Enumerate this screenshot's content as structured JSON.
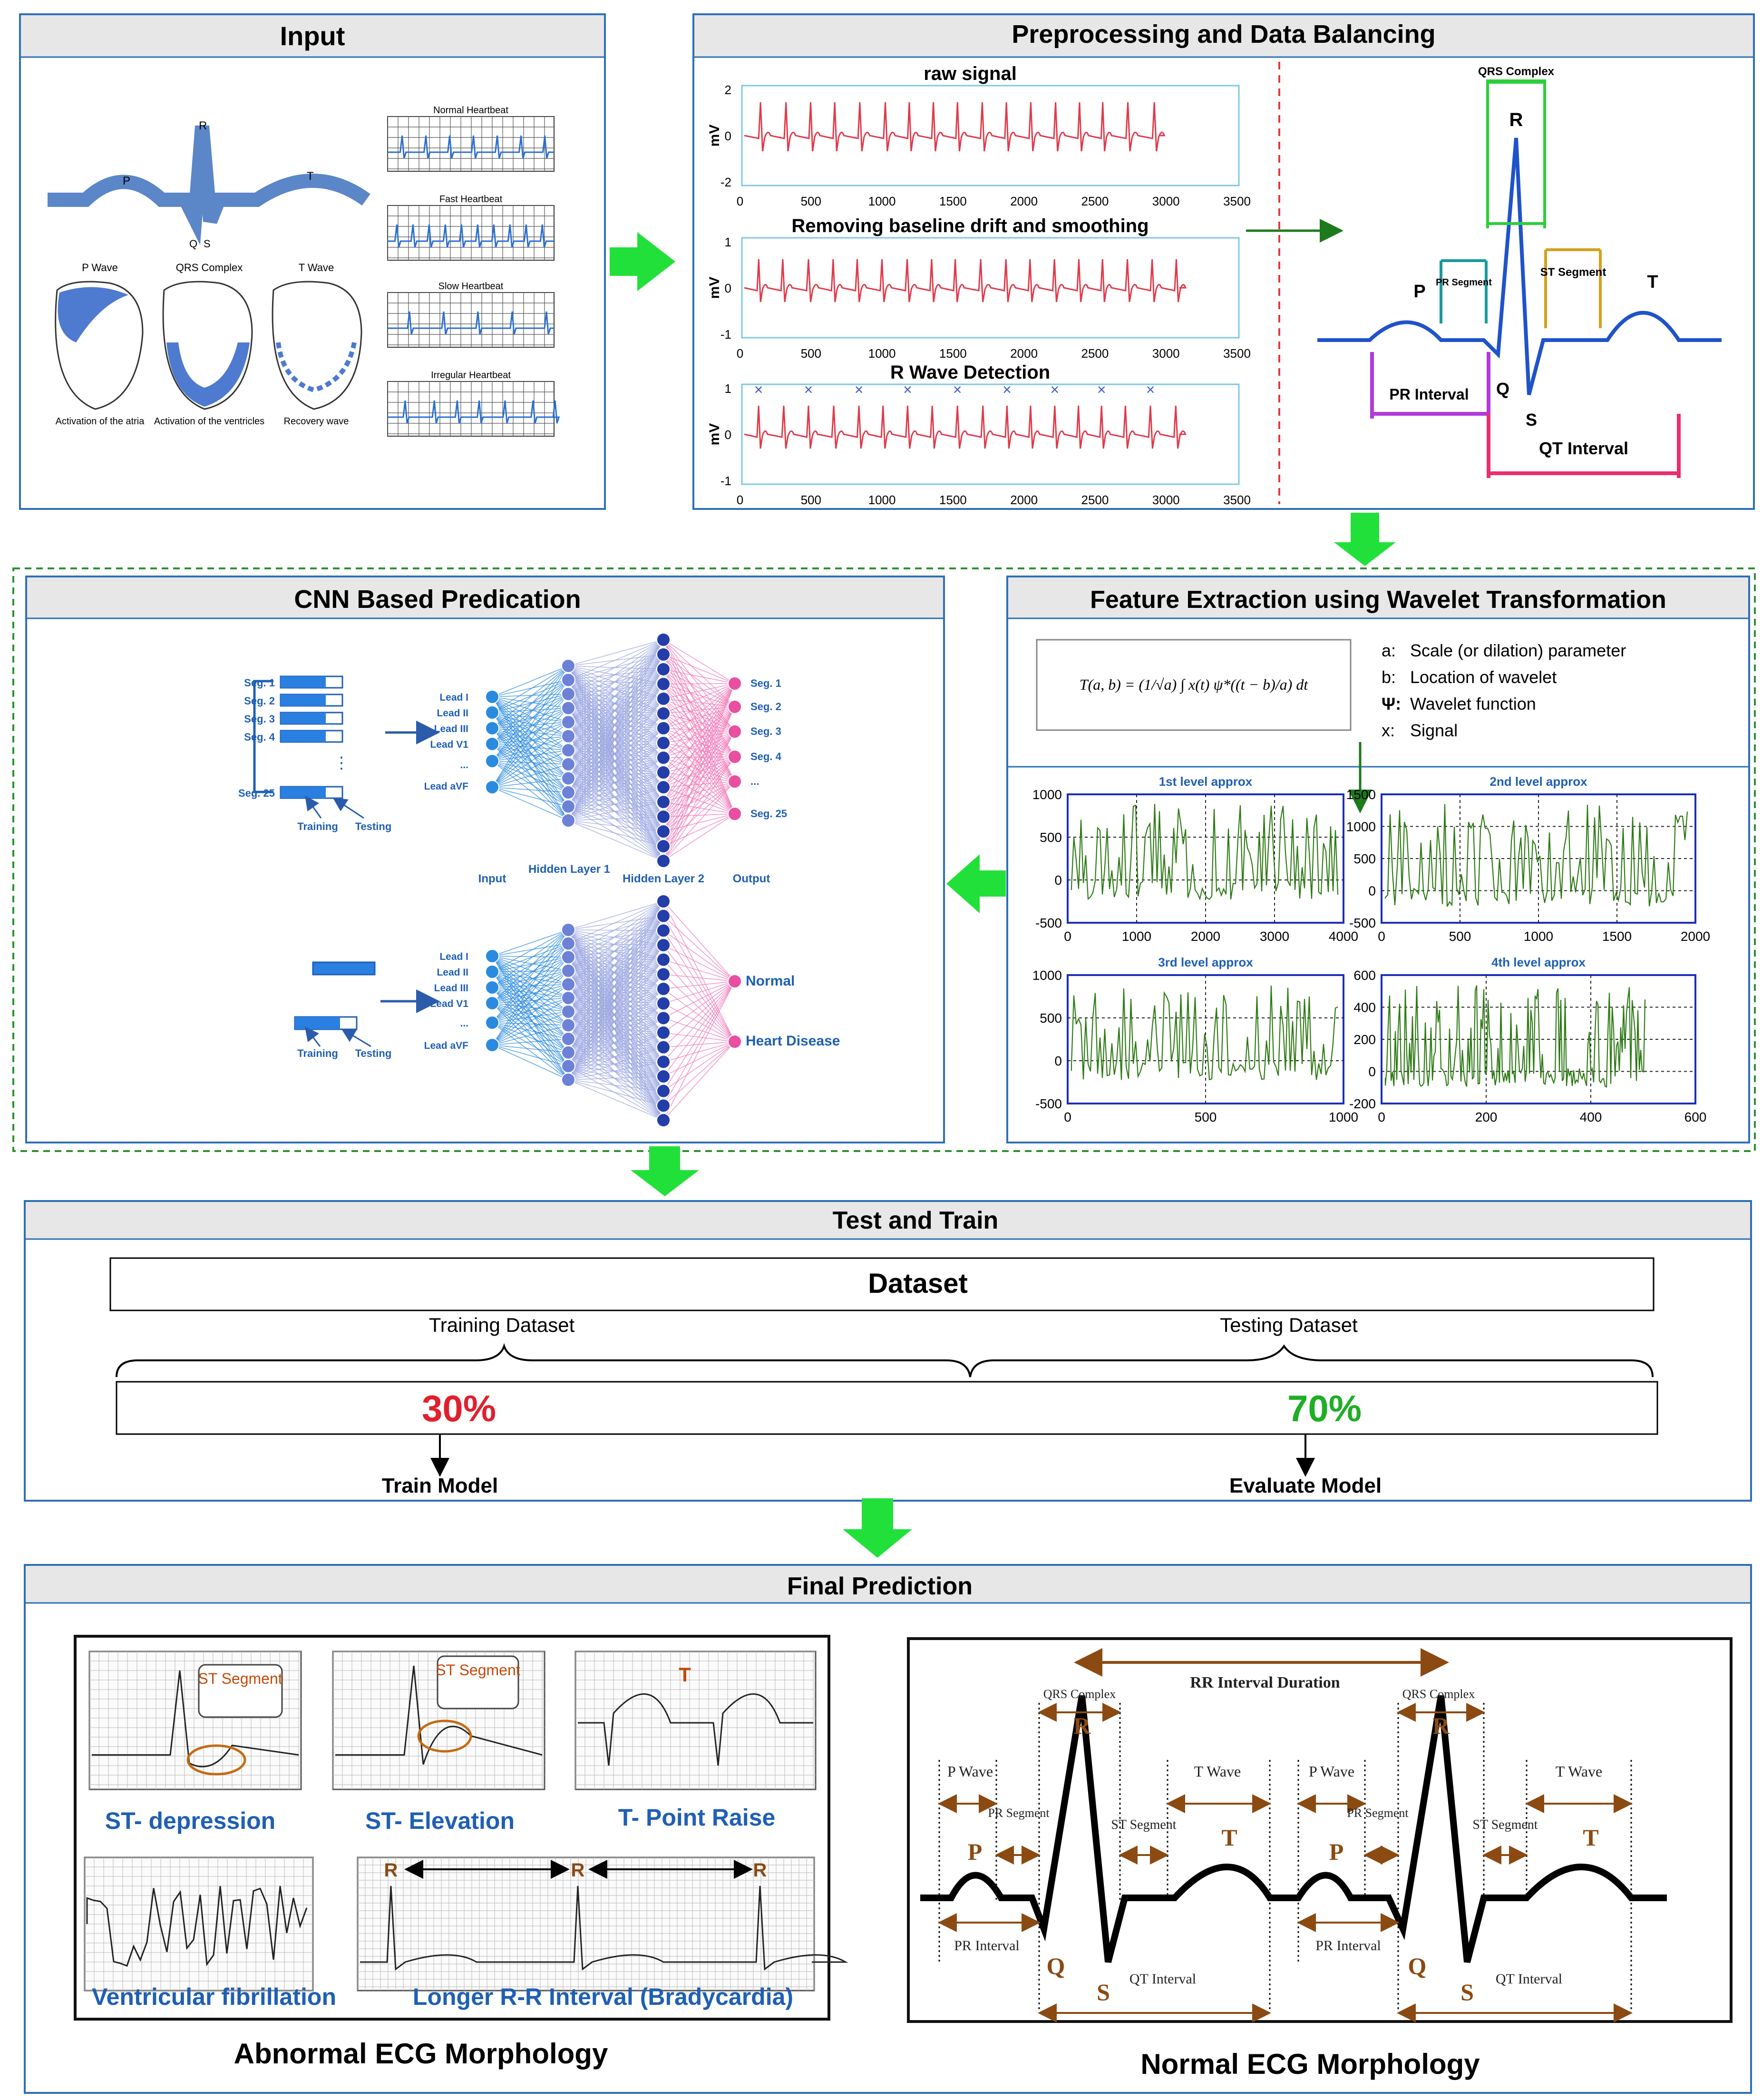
{
  "colors": {
    "panel_border": "#2e6fb5",
    "header_bg": "#e7e7e7",
    "flow_arrow": "#22e03a",
    "dashed_box": "#2f8f2f",
    "ecg_red": "#e03a4a",
    "wave_green": "#2d7a14",
    "blue_text": "#1f5fb5",
    "brown": "#8b4a12"
  },
  "input": {
    "title": "Input",
    "wave_labels": {
      "p": "P",
      "r": "R",
      "t": "T",
      "q": "Q",
      "s": "S"
    },
    "heart_titles": [
      "P Wave",
      "QRS Complex",
      "T Wave"
    ],
    "heart_captions": [
      "Activation of the atria",
      "Activation of the ventricles",
      "Recovery wave"
    ],
    "rhythms": [
      "Normal Heartbeat",
      "Fast Heartbeat",
      "Slow Heartbeat",
      "Irregular Heartbeat"
    ]
  },
  "preprocessing": {
    "title": "Preprocessing and Data Balancing",
    "plots": [
      {
        "title": "raw signal",
        "ylabel": "mV",
        "yticks": [
          "2",
          "0",
          "-2"
        ],
        "xticks": [
          "0",
          "500",
          "1000",
          "1500",
          "2000",
          "2500",
          "3000",
          "3500"
        ]
      },
      {
        "title": "Removing baseline drift and smoothing",
        "ylabel": "mV",
        "yticks": [
          "1",
          "0",
          "-1"
        ],
        "xticks": [
          "0",
          "500",
          "1000",
          "1500",
          "2000",
          "2500",
          "3000",
          "3500"
        ]
      },
      {
        "title": "R Wave Detection",
        "ylabel": "mV",
        "yticks": [
          "1",
          "0",
          "-1"
        ],
        "xticks": [
          "0",
          "500",
          "1000",
          "1500",
          "2000",
          "2500",
          "3000",
          "3500"
        ]
      }
    ],
    "morphology": {
      "qrs": "QRS Complex",
      "r": "R",
      "p": "P",
      "t": "T",
      "q": "Q",
      "s": "S",
      "pr_segment": "PR Segment",
      "st_segment": "ST Segment",
      "pr_interval": "PR Interval",
      "qt_interval": "QT Interval"
    }
  },
  "cnn": {
    "title": "CNN Based Predication",
    "segments": [
      "Seg. 1",
      "Seg. 2",
      "Seg. 3",
      "Seg. 4",
      "Seg. 25"
    ],
    "train_label": "Training",
    "test_label": "Testing",
    "leads": [
      "Lead I",
      "Lead II",
      "Lead III",
      "Lead V1",
      "...",
      "Lead aVF"
    ],
    "outputs": [
      "Seg. 1",
      "Seg. 2",
      "Seg. 3",
      "Seg. 4",
      "...",
      "Seg. 25"
    ],
    "layer_labels": [
      "Input",
      "Hidden Layer 1",
      "Hidden Layer 2",
      "Output"
    ],
    "classes": [
      "Normal",
      "Heart Disease"
    ]
  },
  "wavelet": {
    "title": "Feature Extraction using Wavelet Transformation",
    "formula": "T(a, b) = (1/√a) ∫ x(t) ψ*((t − b)/a) dt",
    "legend": [
      {
        "key": "a:",
        "text": "Scale (or dilation) parameter"
      },
      {
        "key": "b:",
        "text": "Location of wavelet"
      },
      {
        "key": "Ψ:",
        "text": "Wavelet function"
      },
      {
        "key": "x:",
        "text": "Signal"
      }
    ],
    "plots": [
      {
        "title": "1st level approx",
        "yticks": [
          "1000",
          "500",
          "0",
          "-500"
        ],
        "xticks": [
          "0",
          "1000",
          "2000",
          "3000",
          "4000"
        ]
      },
      {
        "title": "2nd level approx",
        "yticks": [
          "1500",
          "1000",
          "500",
          "0",
          "-500"
        ],
        "xticks": [
          "0",
          "500",
          "1000",
          "1500",
          "2000"
        ]
      },
      {
        "title": "3rd level approx",
        "yticks": [
          "1000",
          "500",
          "0",
          "-500"
        ],
        "xticks": [
          "0",
          "500",
          "1000"
        ]
      },
      {
        "title": "4th level approx",
        "yticks": [
          "600",
          "400",
          "200",
          "0",
          "-200"
        ],
        "xticks": [
          "0",
          "200",
          "400",
          "600"
        ]
      }
    ]
  },
  "test_train": {
    "title": "Test and Train",
    "dataset": "Dataset",
    "training": "Training Dataset",
    "testing": "Testing Dataset",
    "train_pct": "30%",
    "test_pct": "70%",
    "train_model": "Train Model",
    "evaluate_model": "Evaluate Model"
  },
  "final": {
    "title": "Final Prediction",
    "abnormal": {
      "st_label": "ST Segment",
      "t_label": "T",
      "r_label": "R",
      "captions": [
        "ST- depression",
        "ST- Elevation",
        "T- Point Raise",
        "Ventricular fibrillation",
        "Longer R-R Interval (Bradycardia)"
      ],
      "heading": "Abnormal ECG Morphology"
    },
    "normal": {
      "rr": "RR Interval Duration",
      "qrs": "QRS Complex",
      "r": "R",
      "p": "P",
      "t": "T",
      "q": "Q",
      "s": "S",
      "p_wave": "P Wave",
      "t_wave": "T Wave",
      "pr_segment": "PR Segment",
      "st_segment": "ST Segment",
      "pr_interval": "PR Interval",
      "qt_interval": "QT Interval",
      "heading": "Normal ECG Morphology"
    }
  }
}
